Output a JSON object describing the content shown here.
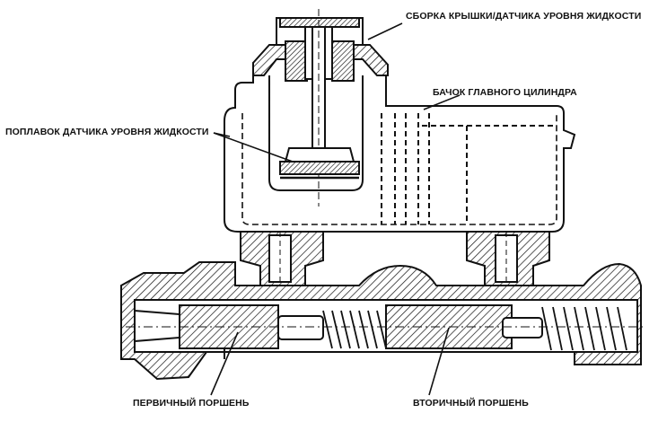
{
  "labels": {
    "cap_sensor": "СБОРКА КРЫШКИ/ДАТЧИКА УРОВНЯ ЖИДКОСТИ",
    "reservoir": "БАЧОК ГЛАВНОГО ЦИЛИНДРА",
    "float": "ПОПЛАВОК ДАТЧИКА УРОВНЯ ЖИДКОСТИ",
    "primary_piston": "ПЕРВИЧНЫЙ ПОРШЕНЬ",
    "secondary_piston": "ВТОРИЧНЫЙ ПОРШЕНЬ"
  },
  "colors": {
    "ink": "#111111",
    "paper": "#ffffff"
  }
}
